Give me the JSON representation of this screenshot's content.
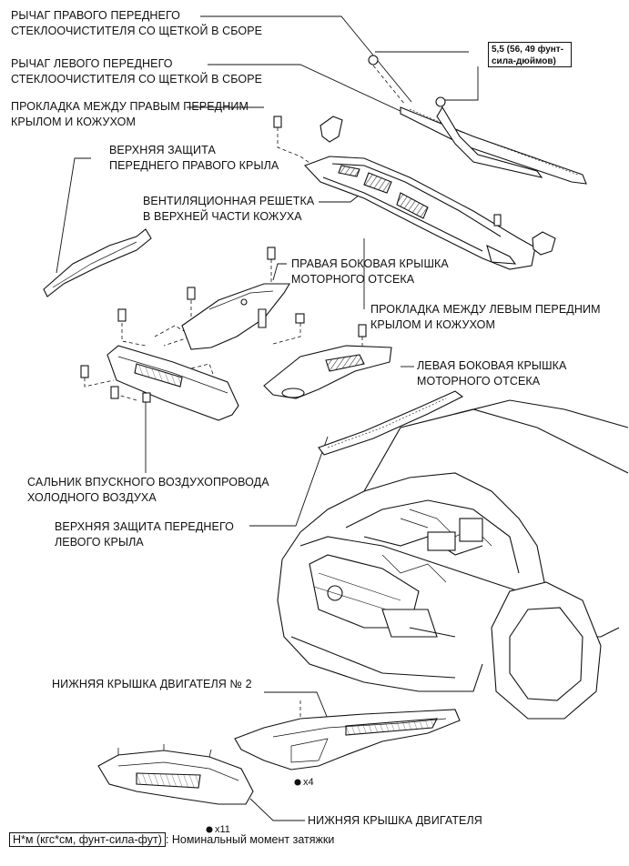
{
  "labels": {
    "wiper_right": [
      "РЫЧАГ ПРАВОГО ПЕРЕДНЕГО",
      "СТЕКЛООЧИСТИТЕЛЯ СО ЩЕТКОЙ В СБОРЕ"
    ],
    "wiper_left": [
      "РЫЧАГ ЛЕВОГО ПЕРЕДНЕГО",
      "СТЕКЛООЧИСТИТЕЛЯ СО ЩЕТКОЙ В СБОРЕ"
    ],
    "seal_right": [
      "ПРОКЛАДКА МЕЖДУ ПРАВЫМ ПЕРЕДНИМ",
      "КРЫЛОМ И КОЖУХОМ"
    ],
    "fender_guard_right": [
      "ВЕРХНЯЯ ЗАЩИТА",
      "ПЕРЕДНЕГО ПРАВОГО КРЫЛА"
    ],
    "cowl_grille": [
      "ВЕНТИЛЯЦИОННАЯ РЕШЕТКА",
      "В ВЕРХНЕЙ ЧАСТИ КОЖУХА"
    ],
    "side_cover_right": [
      "ПРАВАЯ БОКОВАЯ КРЫШКА",
      "МОТОРНОГО ОТСЕКА"
    ],
    "seal_left": [
      "ПРОКЛАДКА МЕЖДУ ЛЕВЫМ ПЕРЕДНИМ",
      "КРЫЛОМ И КОЖУХОМ"
    ],
    "side_cover_left": [
      "ЛЕВАЯ БОКОВАЯ КРЫШКА",
      "МОТОРНОГО ОТСЕКА"
    ],
    "intake_seal": [
      "САЛЬНИК ВПУСКНОГО ВОЗДУХОПРОВОДА",
      "ХОЛОДНОГО ВОЗДУХА"
    ],
    "fender_guard_left": [
      "ВЕРХНЯЯ ЗАЩИТА ПЕРЕДНЕГО",
      "ЛЕВОГО КРЫЛА"
    ],
    "engine_under_cover_2": [
      "НИЖНЯЯ КРЫШКА ДВИГАТЕЛЯ № 2"
    ],
    "engine_under_cover": [
      "НИЖНЯЯ КРЫШКА ДВИГАТЕЛЯ"
    ]
  },
  "torque": [
    "5,5 (56, 49 фунт-",
    "сила-дюймов)"
  ],
  "counts": {
    "under_cover_2_clips": "x4",
    "under_cover_clips": "x11"
  },
  "legend": {
    "key": "Н*м (кгс*см, фунт-сила-фут)",
    "text": ": Номинальный момент затяжки"
  }
}
